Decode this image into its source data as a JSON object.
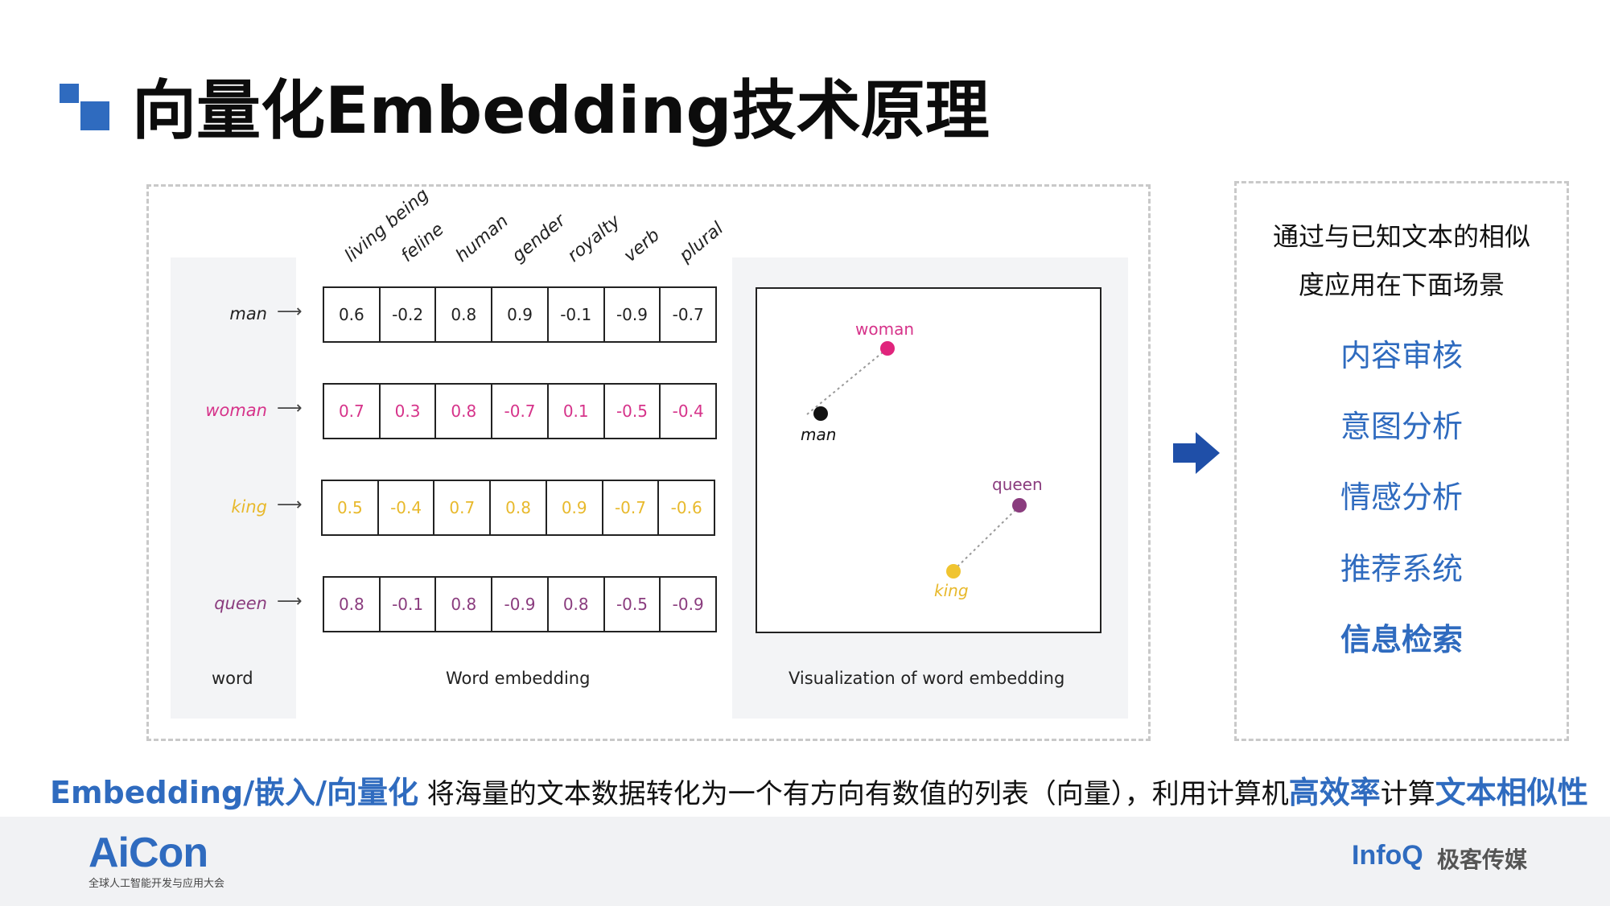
{
  "title": "向量化Embedding技术原理",
  "figure": {
    "features": [
      "living being",
      "feline",
      "human",
      "gender",
      "royalty",
      "verb",
      "plural"
    ],
    "rows": [
      {
        "word": "man",
        "color": "#222222",
        "values": [
          "0.6",
          "-0.2",
          "0.8",
          "0.9",
          "-0.1",
          "-0.9",
          "-0.7"
        ]
      },
      {
        "word": "woman",
        "color": "#d6338a",
        "values": [
          "0.7",
          "0.3",
          "0.8",
          "-0.7",
          "0.1",
          "-0.5",
          "-0.4"
        ]
      },
      {
        "word": "king",
        "color": "#e8b92c",
        "values": [
          "0.5",
          "-0.4",
          "0.7",
          "0.8",
          "0.9",
          "-0.7",
          "-0.6"
        ]
      },
      {
        "word": "queen",
        "color": "#8a3c7e",
        "values": [
          "0.8",
          "-0.1",
          "0.8",
          "-0.9",
          "0.8",
          "-0.5",
          "-0.9"
        ]
      }
    ],
    "arrow_glyph": "⟶",
    "captions": {
      "word": "word",
      "embedding": "Word embedding",
      "visualization": "Visualization of word embedding"
    },
    "viz_points": [
      {
        "label": "woman",
        "color": "#e0247c"
      },
      {
        "label": "man",
        "color": "#111111"
      },
      {
        "label": "queen",
        "color": "#8a3c7e"
      },
      {
        "label": "king",
        "color": "#f0c430"
      }
    ]
  },
  "side": {
    "intro_line1": "通过与已知文本的相似",
    "intro_line2": "度应用在下面场景",
    "items": [
      "内容审核",
      "意图分析",
      "情感分析",
      "推荐系统",
      "信息检索"
    ]
  },
  "bottom": {
    "lead": "Embedding/嵌入/向量化",
    "text1": " 将海量的文本数据转化为一个有方向有数值的列表（向量），利用计算机",
    "em2": "高效率",
    "text2": "计算",
    "em3": "文本相似性"
  },
  "footer": {
    "aicon": "AiCon",
    "aicon_sub": "全球人工智能开发与应用大会",
    "infoq": "InfoQ",
    "infoq_cn": "极客传媒"
  },
  "accent_color": "#2f6bbf"
}
